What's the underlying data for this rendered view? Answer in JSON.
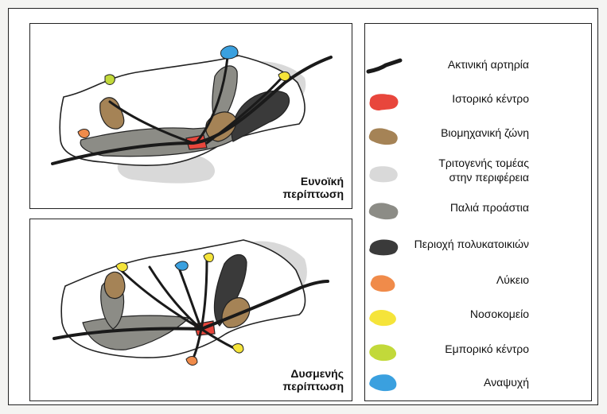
{
  "panels": {
    "favorable": {
      "title_line1": "Ευνοϊκή",
      "title_line2": "περίπτωση"
    },
    "unfavorable": {
      "title_line1": "Δυσμενής",
      "title_line2": "περίπτωση"
    }
  },
  "legend": {
    "items": [
      {
        "label_line1": "Ακτινική αρτηρία",
        "label_line2": "",
        "icon": "radial-artery-line",
        "color": "#1a1a1a"
      },
      {
        "label_line1": "Ιστορικό κέντρο",
        "label_line2": "",
        "icon": "historic-center-blob",
        "color": "#e8463c"
      },
      {
        "label_line1": "Βιομηχανική ζώνη",
        "label_line2": "",
        "icon": "industrial-zone-blob",
        "color": "#a58356"
      },
      {
        "label_line1": "Τριτογενής τομέας",
        "label_line2": "στην περιφέρεια",
        "icon": "tertiary-sector-blob",
        "color": "#d9d9d9"
      },
      {
        "label_line1": "Παλιά προάστια",
        "label_line2": "",
        "icon": "old-suburbs-blob",
        "color": "#8c8c86"
      },
      {
        "label_line1": "Περιοχή πολυκατοικιών",
        "label_line2": "",
        "icon": "apartment-area-blob",
        "color": "#3a3a3a"
      },
      {
        "label_line1": "Λύκειο",
        "label_line2": "",
        "icon": "high-school-blob",
        "color": "#f08b4a"
      },
      {
        "label_line1": "Νοσοκομείο",
        "label_line2": "",
        "icon": "hospital-blob",
        "color": "#f5e43a"
      },
      {
        "label_line1": "Εμπορικό κέντρο",
        "label_line2": "",
        "icon": "shopping-center-blob",
        "color": "#c2d93a"
      },
      {
        "label_line1": "Αναψυχή",
        "label_line2": "",
        "icon": "recreation-blob",
        "color": "#3aa0df"
      }
    ]
  }
}
